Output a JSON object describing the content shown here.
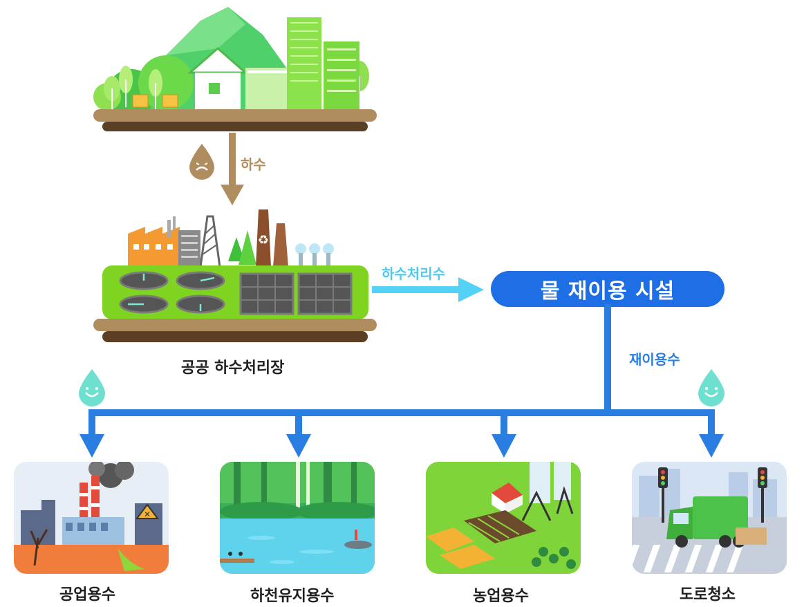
{
  "flows": {
    "sewage": "하수",
    "treated": "하수처리수",
    "reused": "재이용수"
  },
  "plant_label": "공공 하수처리장",
  "facility_label": "물 재이용 시설",
  "uses": [
    {
      "label": "공업용수"
    },
    {
      "label": "하천유지용수"
    },
    {
      "label": "농업용수"
    },
    {
      "label": "도로청소"
    }
  ],
  "colors": {
    "brown_arrow": "#b08d5f",
    "cyan_arrow": "#54d2f5",
    "blue_pipe": "#2a7de1",
    "facility_pill": "#1e6fe6",
    "platform": "#b08d5f",
    "platform_dark": "#5a3f25",
    "green_base": "#7fd421"
  }
}
